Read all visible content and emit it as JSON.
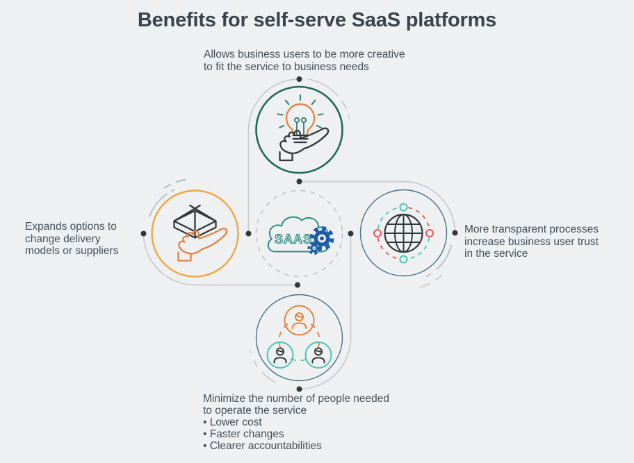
{
  "title": "Benefits for self-serve SaaS platforms",
  "center": {
    "icon": "saas-cloud-gears-icon",
    "cloud_label": "SAAS"
  },
  "nodes": {
    "top": {
      "icon": "lightbulb-in-hand-icon",
      "ring_color": "#1d6a55",
      "label": "Allows business users to be more creative\nto fit the service to business needs"
    },
    "left": {
      "icon": "open-box-in-hand-icon",
      "ring_color": "#f0a73f",
      "label": "Expands options to\nchange delivery\nmodels or suppliers"
    },
    "right": {
      "icon": "globe-icon",
      "ring_color": "#45708c",
      "label": "More transparent processes\nincrease business user trust\nin the service"
    },
    "bottom": {
      "icon": "team-icon",
      "ring_color": "#45708c",
      "label": "Minimize the number of people needed\nto operate the service\n• Lower cost\n• Faster changes\n• Clearer accountabilities"
    }
  },
  "colors": {
    "bg": "#eef0f2",
    "title_text": "#3a444d",
    "body_text": "#434e57",
    "green": "#1d6a55",
    "orange": "#f0a73f",
    "blue": "#45708c",
    "teal": "#2a8d80",
    "teal_dark": "#2e7d6d",
    "teal_light": "#49c5b1",
    "red": "#e25a52",
    "orange_icon": "#e5823b",
    "dark": "#30373b",
    "gear": "#1d5da3",
    "connector": "#c6cdd2",
    "deco": "#c3cad0",
    "deco_teal": "#96b6b0",
    "deco_blue": "#a9bcc3",
    "dashc": "#bdc4c9"
  }
}
